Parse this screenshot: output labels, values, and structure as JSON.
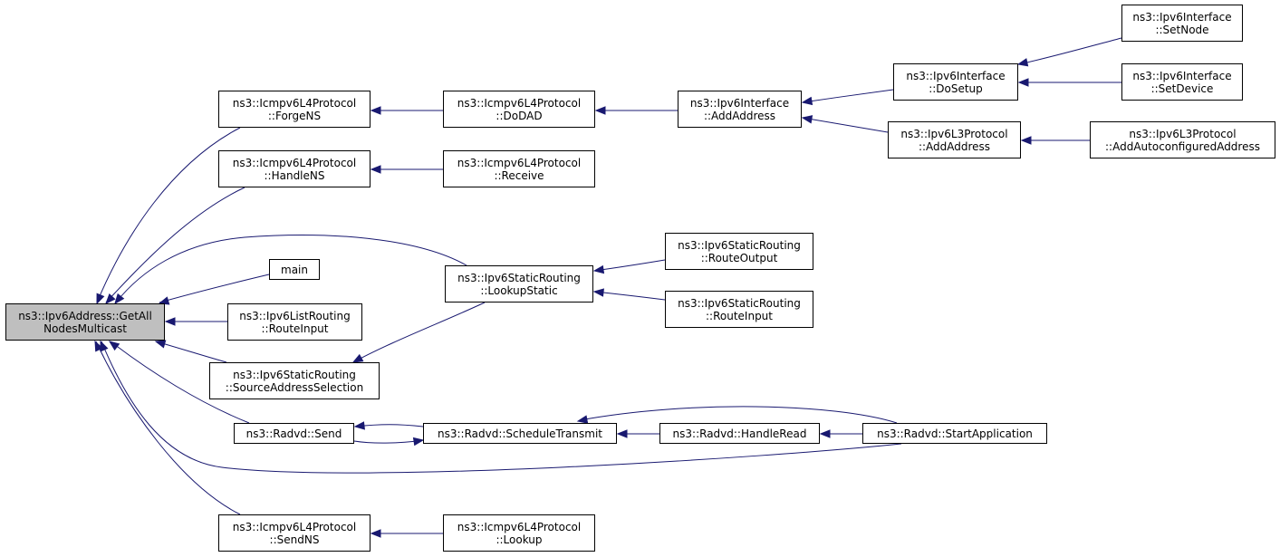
{
  "colors": {
    "edge": "#191970",
    "node_border": "#000000",
    "root_fill": "#bfbfbf",
    "node_fill": "#ffffff"
  },
  "nodes": [
    {
      "id": "getall",
      "lines": [
        "ns3::Ipv6Address::GetAll",
        "NodesMulticast"
      ]
    },
    {
      "id": "forgens",
      "lines": [
        "ns3::Icmpv6L4Protocol",
        "::ForgeNS"
      ]
    },
    {
      "id": "handlens",
      "lines": [
        "ns3::Icmpv6L4Protocol",
        "::HandleNS"
      ]
    },
    {
      "id": "main",
      "lines": [
        "main"
      ]
    },
    {
      "id": "listrouteinput",
      "lines": [
        "ns3::Ipv6ListRouting",
        "::RouteInput"
      ]
    },
    {
      "id": "sourceaddr",
      "lines": [
        "ns3::Ipv6StaticRouting",
        "::SourceAddressSelection"
      ]
    },
    {
      "id": "radvdsend",
      "lines": [
        "ns3::Radvd::Send"
      ]
    },
    {
      "id": "sendns",
      "lines": [
        "ns3::Icmpv6L4Protocol",
        "::SendNS"
      ]
    },
    {
      "id": "dodad",
      "lines": [
        "ns3::Icmpv6L4Protocol",
        "::DoDAD"
      ]
    },
    {
      "id": "receive",
      "lines": [
        "ns3::Icmpv6L4Protocol",
        "::Receive"
      ]
    },
    {
      "id": "lookupstatic",
      "lines": [
        "ns3::Ipv6StaticRouting",
        "::LookupStatic"
      ]
    },
    {
      "id": "schedule",
      "lines": [
        "ns3::Radvd::ScheduleTransmit"
      ]
    },
    {
      "id": "lookup",
      "lines": [
        "ns3::Icmpv6L4Protocol",
        "::Lookup"
      ]
    },
    {
      "id": "ifaceaddaddr",
      "lines": [
        "ns3::Ipv6Interface",
        "::AddAddress"
      ]
    },
    {
      "id": "routeoutput",
      "lines": [
        "ns3::Ipv6StaticRouting",
        "::RouteOutput"
      ]
    },
    {
      "id": "staticrouteinput",
      "lines": [
        "ns3::Ipv6StaticRouting",
        "::RouteInput"
      ]
    },
    {
      "id": "handleread",
      "lines": [
        "ns3::Radvd::HandleRead"
      ]
    },
    {
      "id": "startapp",
      "lines": [
        "ns3::Radvd::StartApplication"
      ]
    },
    {
      "id": "dosetup",
      "lines": [
        "ns3::Ipv6Interface",
        "::DoSetup"
      ]
    },
    {
      "id": "l3addaddr",
      "lines": [
        "ns3::Ipv6L3Protocol",
        "::AddAddress"
      ]
    },
    {
      "id": "setnode",
      "lines": [
        "ns3::Ipv6Interface",
        "::SetNode"
      ]
    },
    {
      "id": "setdevice",
      "lines": [
        "ns3::Ipv6Interface",
        "::SetDevice"
      ]
    },
    {
      "id": "autoconf",
      "lines": [
        "ns3::Ipv6L3Protocol",
        "::AddAutoconfiguredAddress"
      ]
    }
  ],
  "edges": [
    {
      "from": "forgens",
      "to": "getall"
    },
    {
      "from": "handlens",
      "to": "getall"
    },
    {
      "from": "lookupstatic",
      "to": "getall"
    },
    {
      "from": "main",
      "to": "getall"
    },
    {
      "from": "listrouteinput",
      "to": "getall"
    },
    {
      "from": "sourceaddr",
      "to": "getall"
    },
    {
      "from": "radvdsend",
      "to": "getall"
    },
    {
      "from": "startapp",
      "to": "getall"
    },
    {
      "from": "sendns",
      "to": "getall"
    },
    {
      "from": "dodad",
      "to": "forgens"
    },
    {
      "from": "receive",
      "to": "handlens"
    },
    {
      "from": "routeoutput",
      "to": "lookupstatic"
    },
    {
      "from": "staticrouteinput",
      "to": "lookupstatic"
    },
    {
      "from": "lookupstatic",
      "to": "sourceaddr"
    },
    {
      "from": "schedule",
      "to": "radvdsend"
    },
    {
      "from": "radvdsend",
      "to": "schedule"
    },
    {
      "from": "handleread",
      "to": "schedule"
    },
    {
      "from": "startapp",
      "to": "schedule"
    },
    {
      "from": "startapp",
      "to": "handleread"
    },
    {
      "from": "lookup",
      "to": "sendns"
    },
    {
      "from": "ifaceaddaddr",
      "to": "dodad"
    },
    {
      "from": "dosetup",
      "to": "ifaceaddaddr"
    },
    {
      "from": "l3addaddr",
      "to": "ifaceaddaddr"
    },
    {
      "from": "setnode",
      "to": "dosetup"
    },
    {
      "from": "setdevice",
      "to": "dosetup"
    },
    {
      "from": "autoconf",
      "to": "l3addaddr"
    }
  ]
}
